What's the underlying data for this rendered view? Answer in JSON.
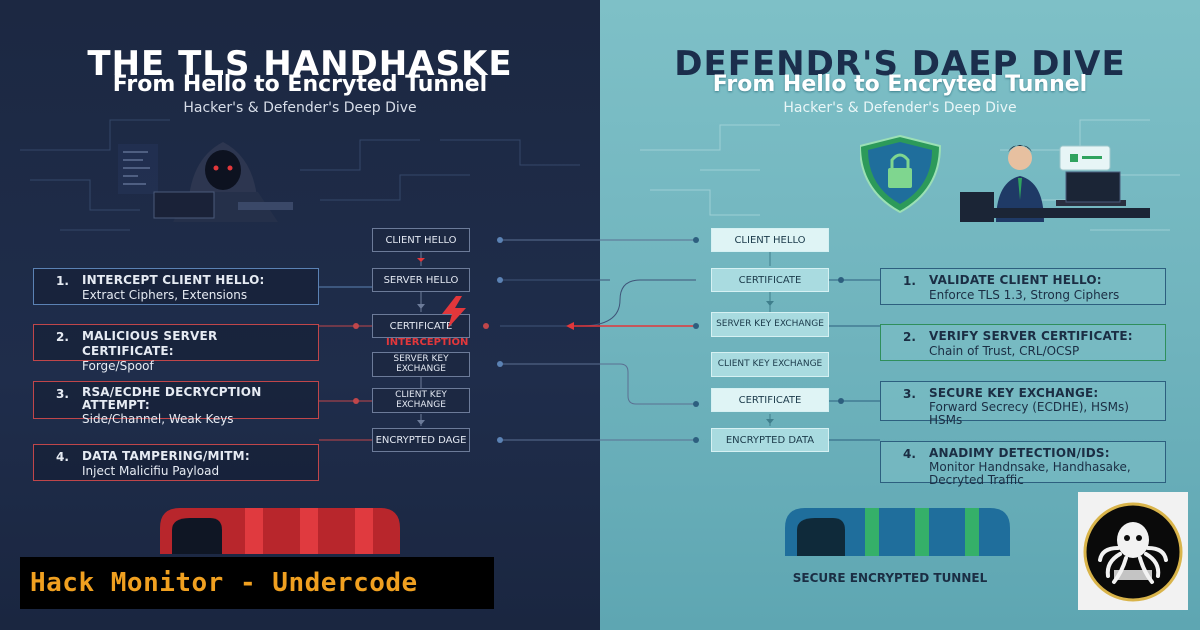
{
  "left": {
    "title": "THE TLS HANDHASKE",
    "subtitle": "From Hello to Encryted Tunnel",
    "tagline": "Hacker's & Defender's Deep Dive",
    "flow": [
      "CLIENT HELLO",
      "SERVER HELLO",
      "CERTIFICATE",
      "SERVER KEY EXCHANGE",
      "CLIENT KEY EXCHANGE",
      "ENCRYPTED DAGE"
    ],
    "interception_label": "INTERCEPTION",
    "cards": [
      {
        "num": "1.",
        "title": "INTERCEPT CLIENT HELLO:",
        "sub": "Extract Ciphers, Extensions"
      },
      {
        "num": "2.",
        "title": "MALICIOUS SERVER CERTIFICATE:",
        "sub": "Forge/Spoof"
      },
      {
        "num": "3.",
        "title": "RSA/ECDHE DECRYCPTION ATTEMPT:",
        "sub": "Side/Channel, Weak Keys"
      },
      {
        "num": "4.",
        "title": "DATA TAMPERING/MITM:",
        "sub": "Inject Malicifiu Payload"
      }
    ]
  },
  "right": {
    "title": "DEFENDR'S DAEP DIVE",
    "subtitle": "From Hello to Encryted Tunnel",
    "tagline": "Hacker's & Defender's Deep Dive",
    "flow": [
      "CLIENT HELLO",
      "CERTIFICATE",
      "SERVER KEY EXCHANGE",
      "CLIENT KEY EXCHANGE",
      "CERTIFICATE",
      "ENCRYPTED DATA"
    ],
    "cards": [
      {
        "num": "1.",
        "title": "VALIDATE CLIENT HELLO:",
        "sub": "Enforce TLS 1.3, Strong Ciphers"
      },
      {
        "num": "2.",
        "title": "VERIFY SERVER CERTIFICATE:",
        "sub": "Chain of Trust, CRL/OCSP"
      },
      {
        "num": "3.",
        "title": "SECURE KEY EXCHANGE:",
        "sub": "Forward Secrecy (ECDHE), HSMs) HSMs"
      },
      {
        "num": "4.",
        "title": "ANADIMY DETECTION/IDS:",
        "sub": "Monitor Handnsake, Handhasake, Decryted Traffic"
      }
    ],
    "tunnel_caption": "SECURE ENCRYPTED TUNNEL"
  },
  "brand": "Hack Monitor - Undercode",
  "colors": {
    "left_bg": "#1c2842",
    "right_bg": "#7ec0c7",
    "danger": "#e2373b",
    "brand_text": "#f0a020"
  }
}
